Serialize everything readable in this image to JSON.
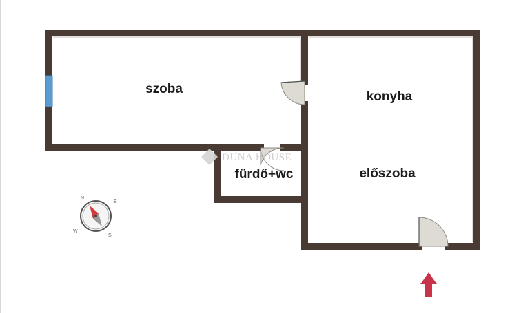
{
  "rooms": {
    "szoba": "szoba",
    "konyha": "konyha",
    "furdo": "fürdő+wc",
    "eloszoba": "előszoba"
  },
  "watermark": "DUNA HOUSE",
  "compass": {
    "n": "N",
    "e": "E",
    "s": "S",
    "w": "W"
  },
  "colors": {
    "wall": "#4a3a34",
    "window": "#5b9bd1",
    "door": "#dedbd5",
    "entrance_arrow": "#c8334a"
  }
}
